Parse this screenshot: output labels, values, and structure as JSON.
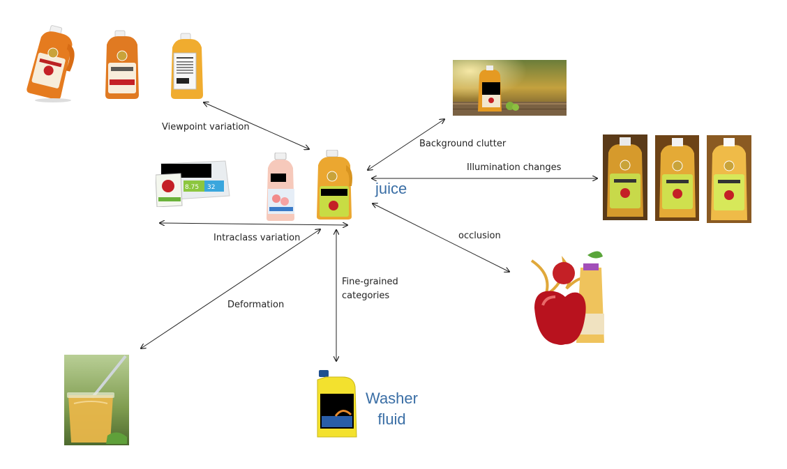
{
  "center_label": "juice",
  "washer_label": "Washer fluid",
  "washer_lines": [
    "Washer",
    "fluid"
  ],
  "labels": {
    "viewpoint": "Viewpoint variation",
    "background": "Background clutter",
    "illumination": "Illumination changes",
    "intraclass": "Intraclass variation",
    "occlusion": "occlusion",
    "deformation": "Deformation",
    "fine_grained": "Fine-grained categories",
    "fine_grained_lines": [
      "Fine-grained",
      "categories"
    ]
  },
  "colors": {
    "juice_orange": "#e8961c",
    "juice_yellow": "#f2b63a",
    "label_green": "#b8cc3a",
    "accent_blue": "#3a6ea5",
    "washer_yellow": "#f3e12e",
    "apple_red": "#c42026"
  }
}
